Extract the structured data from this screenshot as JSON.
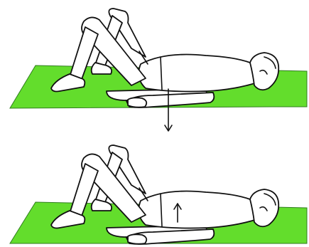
{
  "figure": {
    "panels": [
      {
        "id": "top",
        "arrow_direction": "down"
      },
      {
        "id": "bottom",
        "arrow_direction": "up"
      }
    ]
  },
  "colors": {
    "mat": "#63dd2c",
    "outline": "#111111",
    "background": "#ffffff"
  }
}
